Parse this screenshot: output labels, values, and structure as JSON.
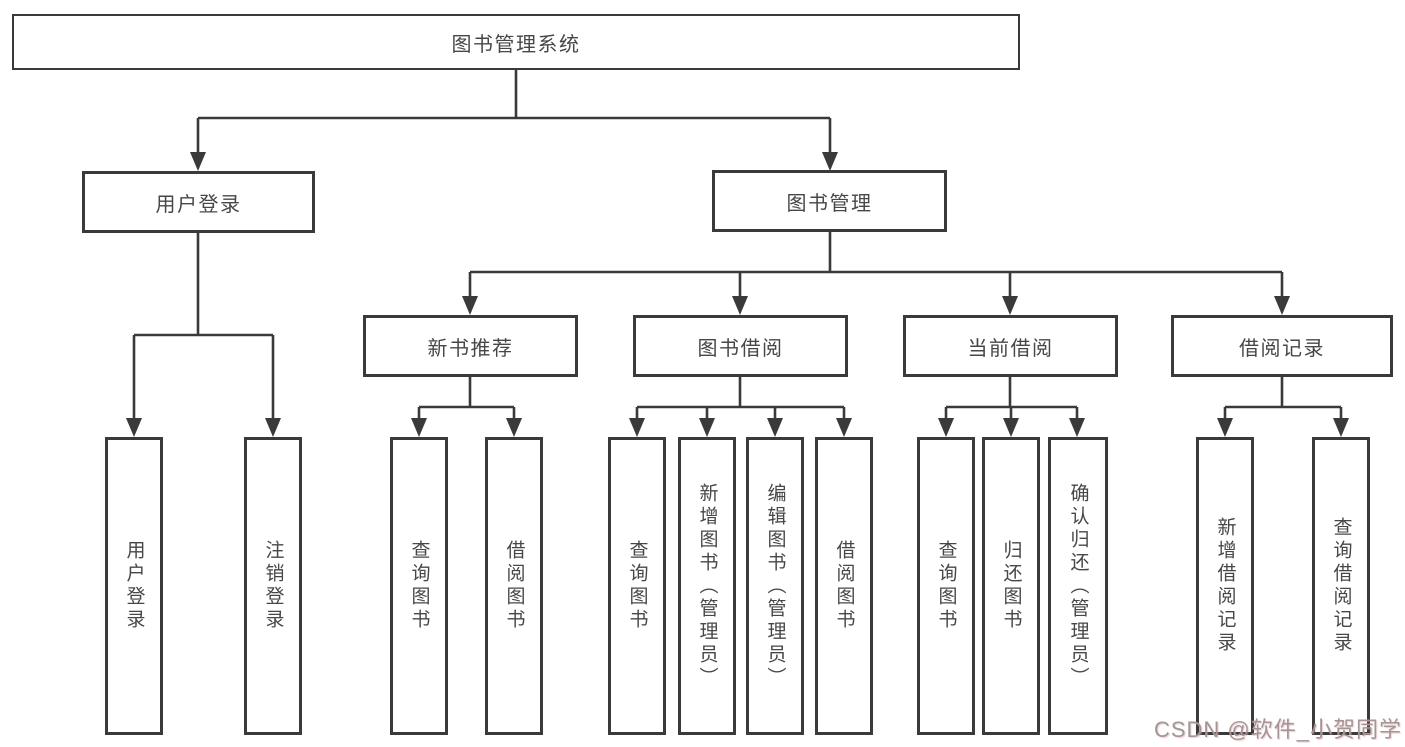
{
  "tree": {
    "root": {
      "label": "图书管理系统",
      "children": [
        {
          "label": "用户登录",
          "children": [
            {
              "label": "用户登录"
            },
            {
              "label": "注销登录"
            }
          ]
        },
        {
          "label": "图书管理",
          "children": [
            {
              "label": "新书推荐",
              "children": [
                {
                  "label": "查询图书"
                },
                {
                  "label": "借阅图书"
                }
              ]
            },
            {
              "label": "图书借阅",
              "children": [
                {
                  "label": "查询图书"
                },
                {
                  "label": "新增图书（管理员）"
                },
                {
                  "label": "编辑图书（管理员）"
                },
                {
                  "label": "借阅图书"
                }
              ]
            },
            {
              "label": "当前借阅",
              "children": [
                {
                  "label": "查询图书"
                },
                {
                  "label": "归还图书"
                },
                {
                  "label": "确认归还（管理员）"
                }
              ]
            },
            {
              "label": "借阅记录",
              "children": [
                {
                  "label": "新增借阅记录"
                },
                {
                  "label": "查询借阅记录"
                }
              ]
            }
          ]
        }
      ]
    }
  },
  "colors": {
    "line": "#3a3a3a",
    "box_border": "#3a3a3a",
    "box_fill": "#ffffff",
    "text": "#474747",
    "watermark": "#9f9798"
  },
  "watermark": {
    "text": "CSDN @软件_小贺同学"
  }
}
